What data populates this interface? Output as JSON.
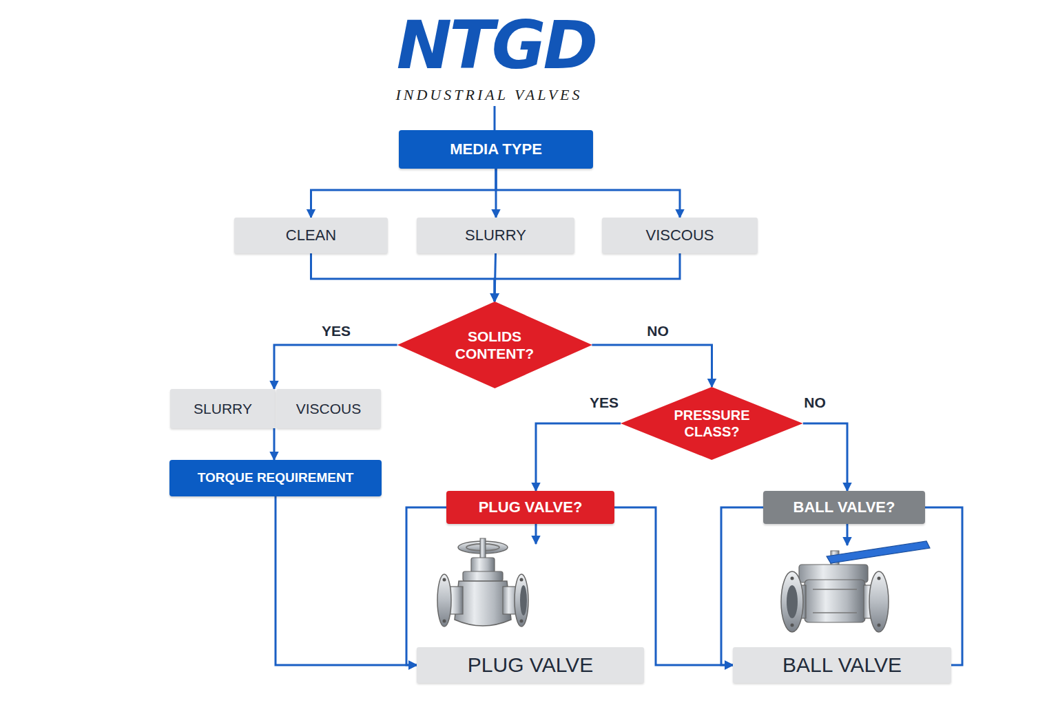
{
  "diagram": {
    "title": "NTGD",
    "nodes": [
      {
        "text": [
          "MEDIA TYPE"
        ]
      },
      {
        "text": [
          "CLEAN"
        ]
      },
      {
        "text": [
          "SLURRY"
        ]
      },
      {
        "text": [
          "VISCOUS"
        ]
      },
      {
        "text": [
          "SOLIDS CONTENT?"
        ]
      },
      {
        "text": [
          "SLURRY"
        ]
      },
      {
        "text": [
          "VISCOUS"
        ]
      },
      {
        "text": [
          "PRESSURE CLASS?"
        ]
      },
      {
        "text": [
          "TORQUE REQUIREMENT"
        ]
      },
      {
        "text": [
          "PLUG VALVE?"
        ]
      },
      {
        "text": [
          "BALL VALVE?"
        ]
      },
      {
        "text": [
          "PLUG VALVE"
        ]
      },
      {
        "text": [
          "BALL VALVE"
        ]
      }
    ],
    "edges": [
      {
        "from": 0,
        "to": 1,
        "arrow": "to"
      },
      {
        "from": 0,
        "to": 2,
        "arrow": "to"
      },
      {
        "from": 0,
        "to": 3,
        "arrow": "to"
      },
      {
        "from": 1,
        "to": 4,
        "arrow": "to"
      },
      {
        "from": 2,
        "to": 4,
        "arrow": "to"
      },
      {
        "from": 3,
        "to": 4,
        "arrow": "to"
      },
      {
        "from": 4,
        "to": 5,
        "label": "YES",
        "arrow": "to"
      },
      {
        "from": 4,
        "to": 7,
        "label": "NO",
        "arrow": "to"
      },
      {
        "from": 7,
        "to": 9,
        "label": "YES",
        "arrow": "to"
      },
      {
        "from": 7,
        "to": 10,
        "label": "NO",
        "arrow": "to"
      },
      {
        "from": 5,
        "to": 8,
        "arrow": "to"
      },
      {
        "from": 8,
        "to": 11,
        "arrow": "to"
      },
      {
        "from": 9,
        "to": 11,
        "arrow": "to"
      },
      {
        "from": 9,
        "to": 12,
        "arrow": "to"
      },
      {
        "from": 10,
        "to": 12,
        "arrow": "to"
      },
      {
        "from": 10,
        "to": 12,
        "arrow": "none"
      }
    ],
    "labels": [
      "INDUSTRIAL VALVES"
    ]
  }
}
